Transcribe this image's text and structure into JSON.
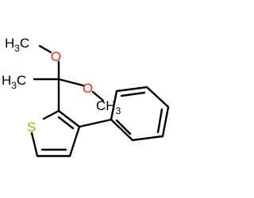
{
  "molecule": {
    "labels": {
      "oxygen_upper": "O",
      "oxygen_lower": "O",
      "sulfur": "S",
      "methyl_upper": {
        "element": "H",
        "count": "3",
        "suffix": "C"
      },
      "methyl_middle": {
        "element": "H",
        "count": "3",
        "suffix": "C"
      },
      "methyl_lower": {
        "prefix": "C",
        "element": "H",
        "count": "3"
      }
    },
    "colors": {
      "carbon_hydrogen": "#000000",
      "oxygen": "#e8251c",
      "sulfur": "#bfa000",
      "bond": "#000000",
      "background": "#ffffff"
    }
  }
}
